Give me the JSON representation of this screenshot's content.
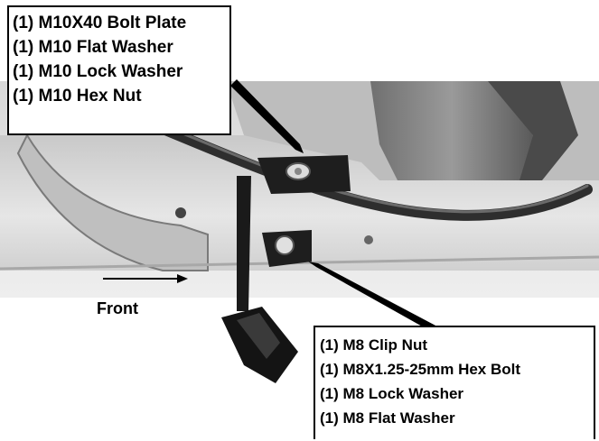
{
  "callout_top": {
    "lines": [
      "(1) M10X40 Bolt Plate",
      "(1) M10 Flat Washer",
      "(1) M10 Lock Washer",
      "(1) M10 Hex Nut"
    ]
  },
  "callout_bottom": {
    "lines": [
      "(1) M8 Clip Nut",
      "(1) M8X1.25-25mm Hex Bolt",
      "(1) M8 Lock Washer",
      "(1) M8 Flat Washer"
    ]
  },
  "front_label": "Front"
}
